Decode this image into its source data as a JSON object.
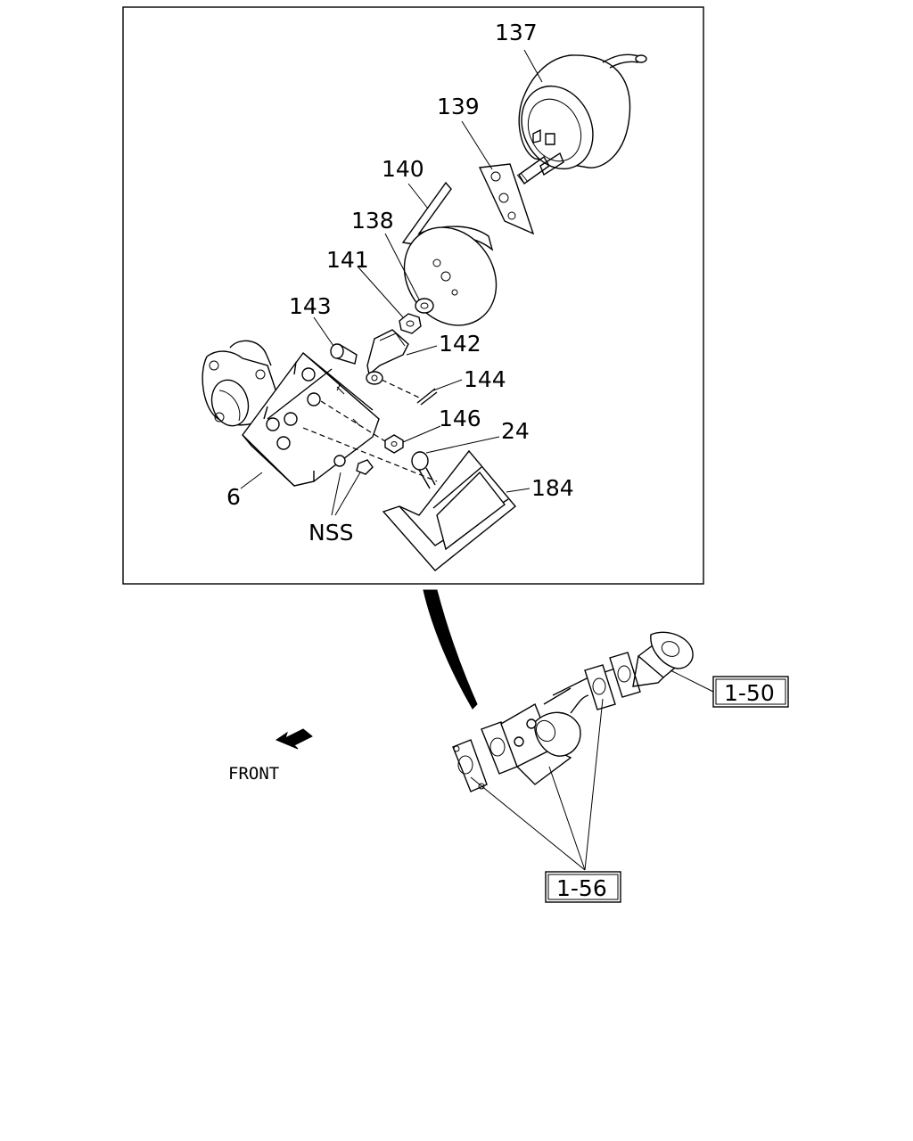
{
  "callouts": {
    "c137": "137",
    "c139": "139",
    "c140": "140",
    "c138": "138",
    "c141": "141",
    "c143": "143",
    "c142": "142",
    "c144": "144",
    "c146": "146",
    "c24": "24",
    "c184": "184",
    "c6": "6",
    "nss": "NSS"
  },
  "references": {
    "r150": "1-50",
    "r156": "1-56"
  },
  "orientation": {
    "front_label": "FRONT"
  },
  "icons": {
    "front_arrow": "arrow-left-down-icon"
  }
}
